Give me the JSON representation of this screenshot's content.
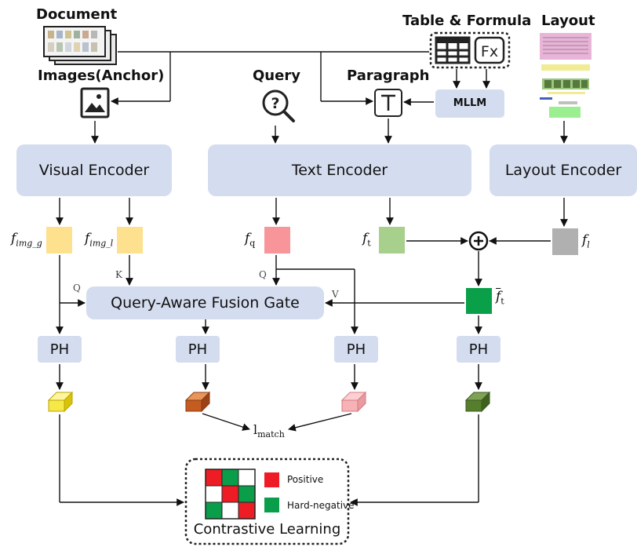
{
  "inputs": {
    "document": "Document",
    "images_anchor": "Images(Anchor)",
    "query": "Query",
    "paragraph": "Paragraph",
    "table_formula": "Table & Formula",
    "layout": "Layout",
    "mllm": "MLLM"
  },
  "encoders": {
    "visual": "Visual Encoder",
    "text": "Text Encoder",
    "layout": "Layout Encoder"
  },
  "features": {
    "f_img_g": {
      "base": "f",
      "sub": "img_g"
    },
    "f_img_l": {
      "base": "f",
      "sub": "img_l"
    },
    "f_q": {
      "base": "f",
      "sub": "q"
    },
    "f_t": {
      "base": "f",
      "sub": "t"
    },
    "f_l": {
      "base": "f",
      "sub": "l"
    },
    "f_t_hat": {
      "base": "f",
      "sub": "t"
    }
  },
  "fusion": {
    "label": "Query-Aware Fusion Gate",
    "q_left": "Q",
    "k": "K",
    "q_mid": "Q",
    "v": "V"
  },
  "ph": [
    "PH",
    "PH",
    "PH",
    "PH"
  ],
  "match": {
    "base": "l",
    "sub": "match"
  },
  "contrastive": {
    "title": "Contrastive Learning",
    "positive": "Positive",
    "hard_negative": "Hard-negative"
  },
  "colors": {
    "encoder_bg": "#d4dcef",
    "img_feature": "#fde18e",
    "query_feature": "#f7959a",
    "text_feature": "#a8d08d",
    "layout_feature": "#b0b0b0",
    "fused_feature": "#0aa04a",
    "positive": "#ee1c24",
    "hard_negative": "#0a9e4b"
  }
}
